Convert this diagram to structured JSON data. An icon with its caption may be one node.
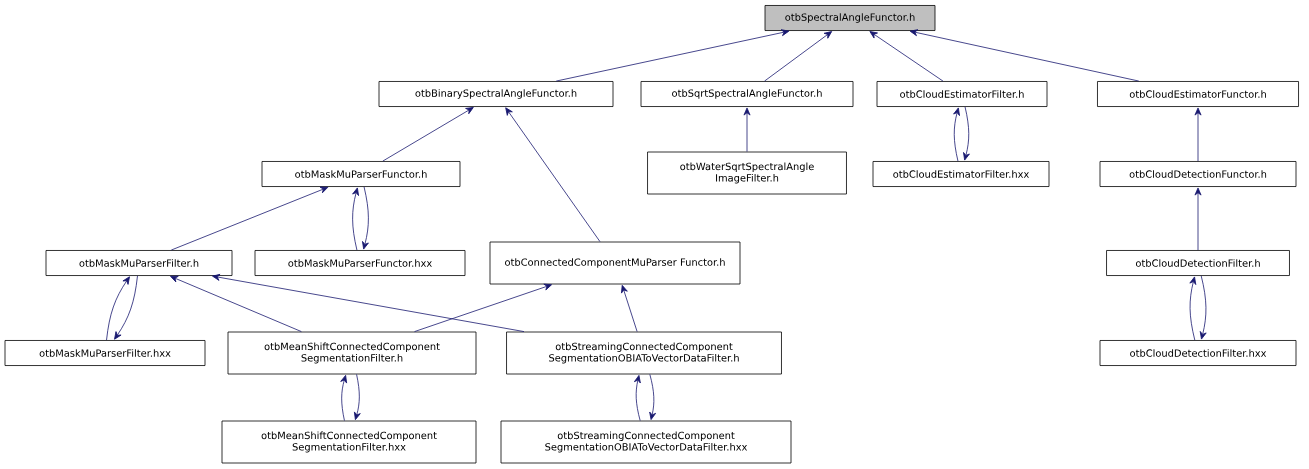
{
  "diagram": {
    "nodes": [
      {
        "text": [
          "otbSpectralAngleFunctor.h"
        ]
      },
      {
        "text": [
          "otbBinarySpectralAngleFunctor.h"
        ]
      },
      {
        "text": [
          "otbSqrtSpectralAngleFunctor.h"
        ]
      },
      {
        "text": [
          "otbCloudEstimatorFilter.h"
        ]
      },
      {
        "text": [
          "otbCloudEstimatorFunctor.h"
        ]
      },
      {
        "text": [
          "otbMaskMuParserFunctor.h"
        ]
      },
      {
        "text": [
          "otbWaterSqrtSpectralAngle ImageFilter.h"
        ]
      },
      {
        "text": [
          "otbCloudEstimatorFilter.hxx"
        ]
      },
      {
        "text": [
          "otbCloudDetectionFunctor.h"
        ]
      },
      {
        "text": [
          "otbMaskMuParserFilter.h"
        ]
      },
      {
        "text": [
          "otbMaskMuParserFunctor.hxx"
        ]
      },
      {
        "text": [
          "otbConnectedComponentMuParser Functor.h"
        ]
      },
      {
        "text": [
          "otbCloudDetectionFilter.h"
        ]
      },
      {
        "text": [
          "otbMaskMuParserFilter.hxx"
        ]
      },
      {
        "text": [
          "otbMeanShiftConnectedComponent SegmentationFilter.h"
        ]
      },
      {
        "text": [
          "otbStreamingConnectedComponent SegmentationOBIAToVectorDataFilter.h"
        ]
      },
      {
        "text": [
          "otbCloudDetectionFilter.hxx"
        ]
      },
      {
        "text": [
          "otbMeanShiftConnectedComponent SegmentationFilter.hxx"
        ]
      },
      {
        "text": [
          "otbStreamingConnectedComponent SegmentationOBIAToVectorDataFilter.hxx"
        ]
      }
    ],
    "edges": [
      {
        "from": 1,
        "to": 0,
        "arrow": "to"
      },
      {
        "from": 2,
        "to": 0,
        "arrow": "to"
      },
      {
        "from": 3,
        "to": 0,
        "arrow": "to"
      },
      {
        "from": 4,
        "to": 0,
        "arrow": "to"
      },
      {
        "from": 5,
        "to": 1,
        "arrow": "to"
      },
      {
        "from": 11,
        "to": 1,
        "arrow": "to"
      },
      {
        "from": 6,
        "to": 2,
        "arrow": "to"
      },
      {
        "from": 7,
        "to": 3,
        "arrow": "to"
      },
      {
        "from": 3,
        "to": 7,
        "arrow": "to"
      },
      {
        "from": 8,
        "to": 4,
        "arrow": "to"
      },
      {
        "from": 9,
        "to": 5,
        "arrow": "to"
      },
      {
        "from": 10,
        "to": 5,
        "arrow": "to"
      },
      {
        "from": 5,
        "to": 10,
        "arrow": "to"
      },
      {
        "from": 12,
        "to": 8,
        "arrow": "to"
      },
      {
        "from": 13,
        "to": 9,
        "arrow": "to"
      },
      {
        "from": 9,
        "to": 13,
        "arrow": "to"
      },
      {
        "from": 14,
        "to": 9,
        "arrow": "to"
      },
      {
        "from": 15,
        "to": 9,
        "arrow": "to"
      },
      {
        "from": 14,
        "to": 11,
        "arrow": "to"
      },
      {
        "from": 15,
        "to": 11,
        "arrow": "to"
      },
      {
        "from": 16,
        "to": 12,
        "arrow": "to"
      },
      {
        "from": 12,
        "to": 16,
        "arrow": "to"
      },
      {
        "from": 17,
        "to": 14,
        "arrow": "to"
      },
      {
        "from": 14,
        "to": 17,
        "arrow": "to"
      },
      {
        "from": 18,
        "to": 15,
        "arrow": "to"
      },
      {
        "from": 15,
        "to": 18,
        "arrow": "to"
      }
    ]
  }
}
